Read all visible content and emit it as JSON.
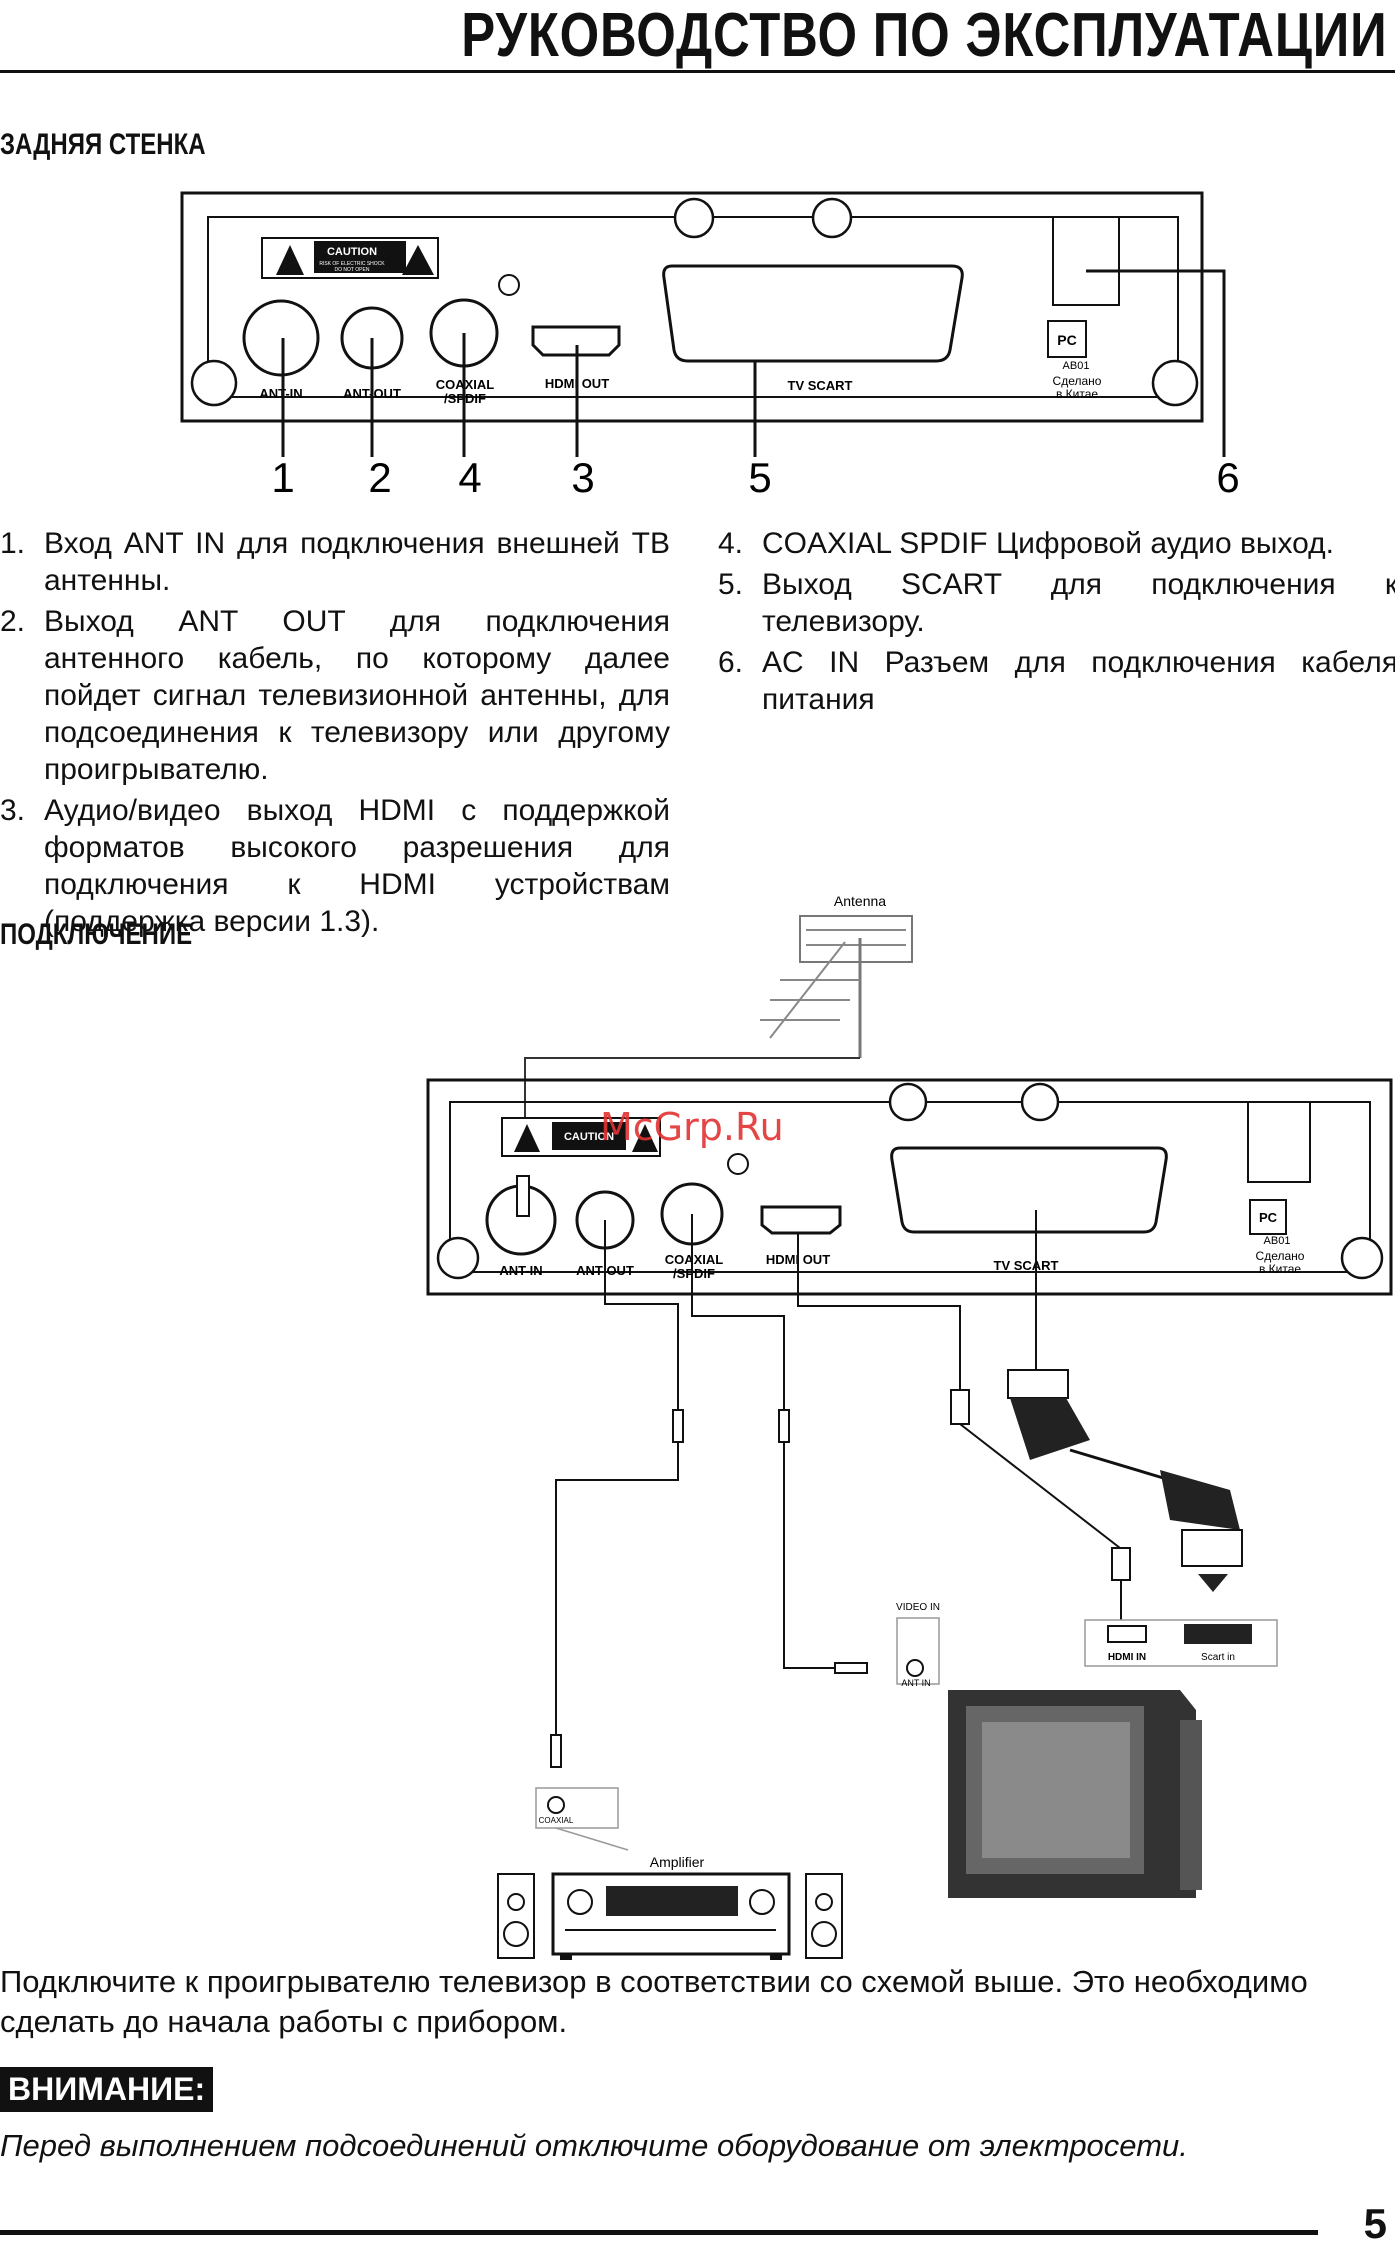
{
  "header": {
    "title": "РУКОВОДСТВО ПО ЭКСПЛУАТАЦИИ"
  },
  "back_panel": {
    "heading": "ЗАДНЯЯ СТЕНКА",
    "labels": {
      "caution": "CAUTION",
      "caution_sub1": "RISK OF ELECTRIC SHOCK",
      "caution_sub2": "DO NOT OPEN",
      "ant_in": "ANT-IN",
      "ant_out": "ANT-OUT",
      "coaxial": "COAXIAL",
      "spdif": "/SPDIF",
      "hdmi_out": "HDMI OUT",
      "tv_scart": "TV SCART",
      "cert_code": "АВ01",
      "made_in_1": "Сделано",
      "made_in_2": "в Китае"
    },
    "callouts": [
      "1",
      "2",
      "4",
      "3",
      "5",
      "6"
    ]
  },
  "features_left": [
    {
      "num": "1.",
      "text": "Вход ANT IN для подключения внешней ТВ антенны."
    },
    {
      "num": "2.",
      "text": "Выход ANT OUT для подключения антенного кабель, по которому далее пойдет сигнал телевизионной антенны, для подсоединения к телевизору или другому проигрывателю."
    },
    {
      "num": "3.",
      "text": "Аудио/видео выход HDMI с поддержкой форматов высокого разрешения для подключения к HDMI устройствам (поддержка версии 1.3)."
    }
  ],
  "features_right": [
    {
      "num": "4.",
      "text": "COAXIAL SPDIF Цифровой аудио выход."
    },
    {
      "num": "5.",
      "text": "Выход SCART для подключения к телевизору."
    },
    {
      "num": "6.",
      "text": "AC IN Разъем для подключения кабеля питания"
    }
  ],
  "connection": {
    "heading": "ПОДКЛЮЧЕНИЕ",
    "labels": {
      "antenna": "Antenna",
      "ant_in": "ANT-IN",
      "ant_out": "ANT OUT",
      "coaxial": "COAXIAL",
      "spdif": "/SPDIF",
      "hdmi_out": "HDMI OUT",
      "tv_scart": "TV SCART",
      "caution": "CAUTION",
      "cert_code": "АВ01",
      "made_in_1": "Сделано",
      "made_in_2": "в Китае",
      "video_in": "VIDEO IN",
      "tv_ant_in": "ANT IN",
      "hdmi_in": "HDMI IN",
      "scart_in": "Scart  in",
      "coaxial_small": "COAXIAL",
      "amplifier": "Amplifier"
    }
  },
  "watermark": "McGrp.Ru",
  "body_text": "Подключите к проигрывателю телевизор в соответствии со схемой выше. Это необходимо сделать до начала работы с прибором.",
  "warning": {
    "label": "ВНИМАНИЕ:",
    "text": "Перед выполнением подсоединений отключите оборудование от электросети."
  },
  "footer": {
    "page_number": "5"
  }
}
